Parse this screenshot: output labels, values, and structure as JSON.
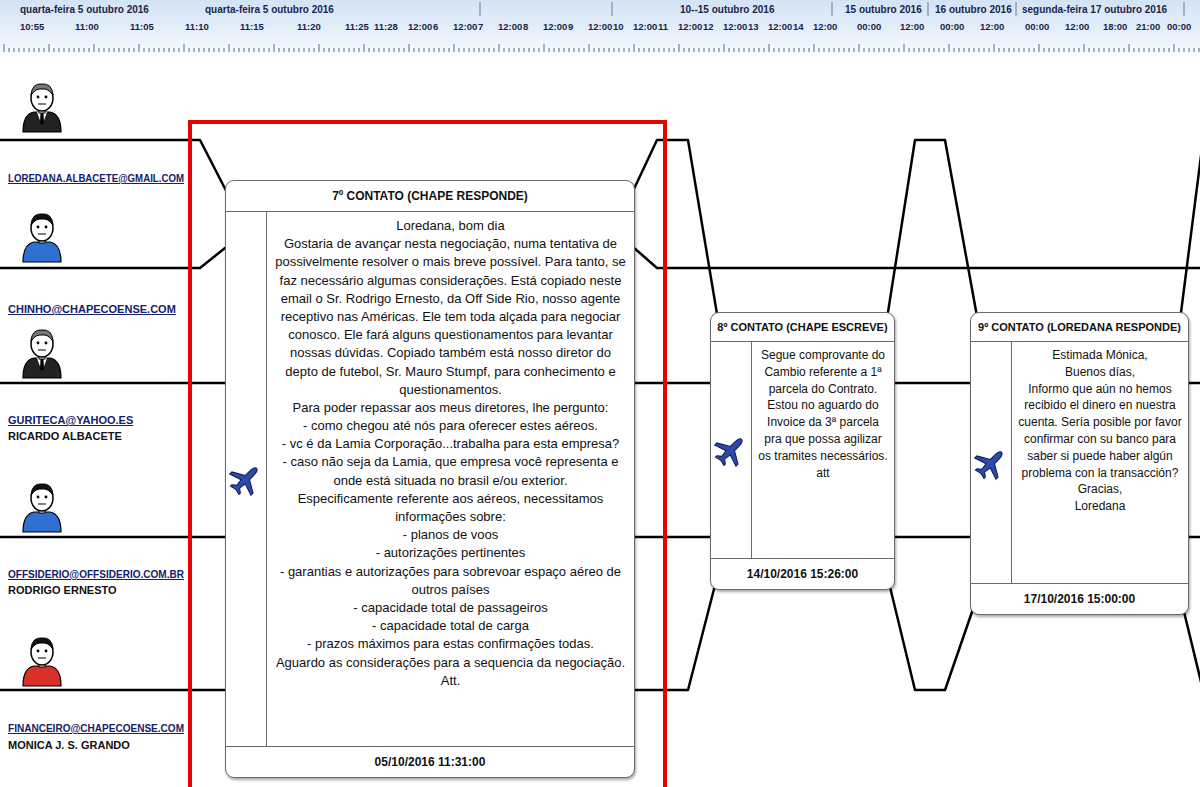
{
  "diagram": {
    "nodes": [
      {
        "text": [
          "7º CONTATO (CHAPE RESPONDE)",
          "Loredana, bom dia",
          "Gostaria de avançar nesta negociação, numa tentativa de possivelmente resolver o mais breve possível. Para tanto, se faz necessário algumas considerações. Está copiado neste email o Sr. Rodrigo Ernesto, da Off Side Rio, nosso agente receptivo nas Américas. Ele tem toda alçada para negociar conosco. Ele fará alguns questionamentos para levantar nossas dúvidas. Copiado também está nosso diretor do depto de futebol, Sr. Mauro Stumpf, para conhecimento e questionamentos.",
          "Para poder repassar aos meus diretores, lhe pergunto:",
          "- como chegou até nós para oferecer estes aéreos.",
          "- vc é da Lamia Corporação...trabalha para esta empresa?",
          "- caso não seja da Lamia, que empresa você representa e onde está situada no brasil e/ou exterior.",
          "Especificamente referente aos aéreos, necessitamos informações sobre:",
          "- planos de voos",
          "- autorizações pertinentes",
          "- garantias e autorizações para sobrevoar espaço aéreo de outros países",
          "- capacidade total de passageiros",
          "- capacidade total de carga",
          "- prazos máximos para estas confirmações todas.",
          "Aguardo as considerações para a sequencia da negociação.",
          "Att.",
          "05/10/2016 11:31:00"
        ]
      },
      {
        "text": [
          "8º CONTATO (CHAPE ESCREVE)",
          "Segue comprovante do Cambio referente a 1ª parcela do Contrato.",
          "Estou no aguardo do Invoice da 3ª parcela pra que possa agilizar os tramites necessários.",
          "att",
          "14/10/2016 15:26:00"
        ]
      },
      {
        "text": [
          "9º CONTATO (LOREDANA RESPONDE)",
          "Estimada Mónica,",
          "Buenos días,",
          "Informo que aún no hemos recibido el dinero en nuestra cuenta. Sería posible por favor confirmar con su banco para saber si puede haber algún problema con la transacción?",
          "Gracias,",
          "Loredana",
          "17/10/2016 15:00:00"
        ]
      }
    ],
    "labels": [
      "quarta-feira 5 outubro 2016",
      "quarta-feira 5 outubro 2016",
      "10--15 outubro 2016",
      "15 outubro 2016",
      "16 outubro 2016",
      "segunda-feira 17 outubro 2016",
      "10:55",
      "11:00",
      "11:05",
      "11:10",
      "11:15",
      "11:20",
      "11:25",
      "11:28",
      "12:00",
      "6",
      "12:00",
      "7",
      "12:00",
      "8",
      "12:00",
      "9",
      "12:00",
      "10",
      "12:00",
      "11",
      "12:00",
      "12",
      "12:00",
      "13",
      "12:00",
      "14",
      "12:00",
      "00:00",
      "12:00",
      "00:00",
      "12:00",
      "00:00",
      "12:00",
      "18:00",
      "21:00",
      "00:00",
      "LOREDANA.ALBACETE@GMAIL.COM",
      "CHINHO@CHAPECOENSE.COM",
      "GURITECA@YAHOO.ES",
      "RICARDO ALBACETE",
      "OFFSIDERIO@OFFSIDERIO.COM.BR",
      "RODRIGO ERNESTO",
      "FINANCEIRO@CHAPECOENSE.COM",
      "MONICA J. S. GRANDO"
    ]
  }
}
